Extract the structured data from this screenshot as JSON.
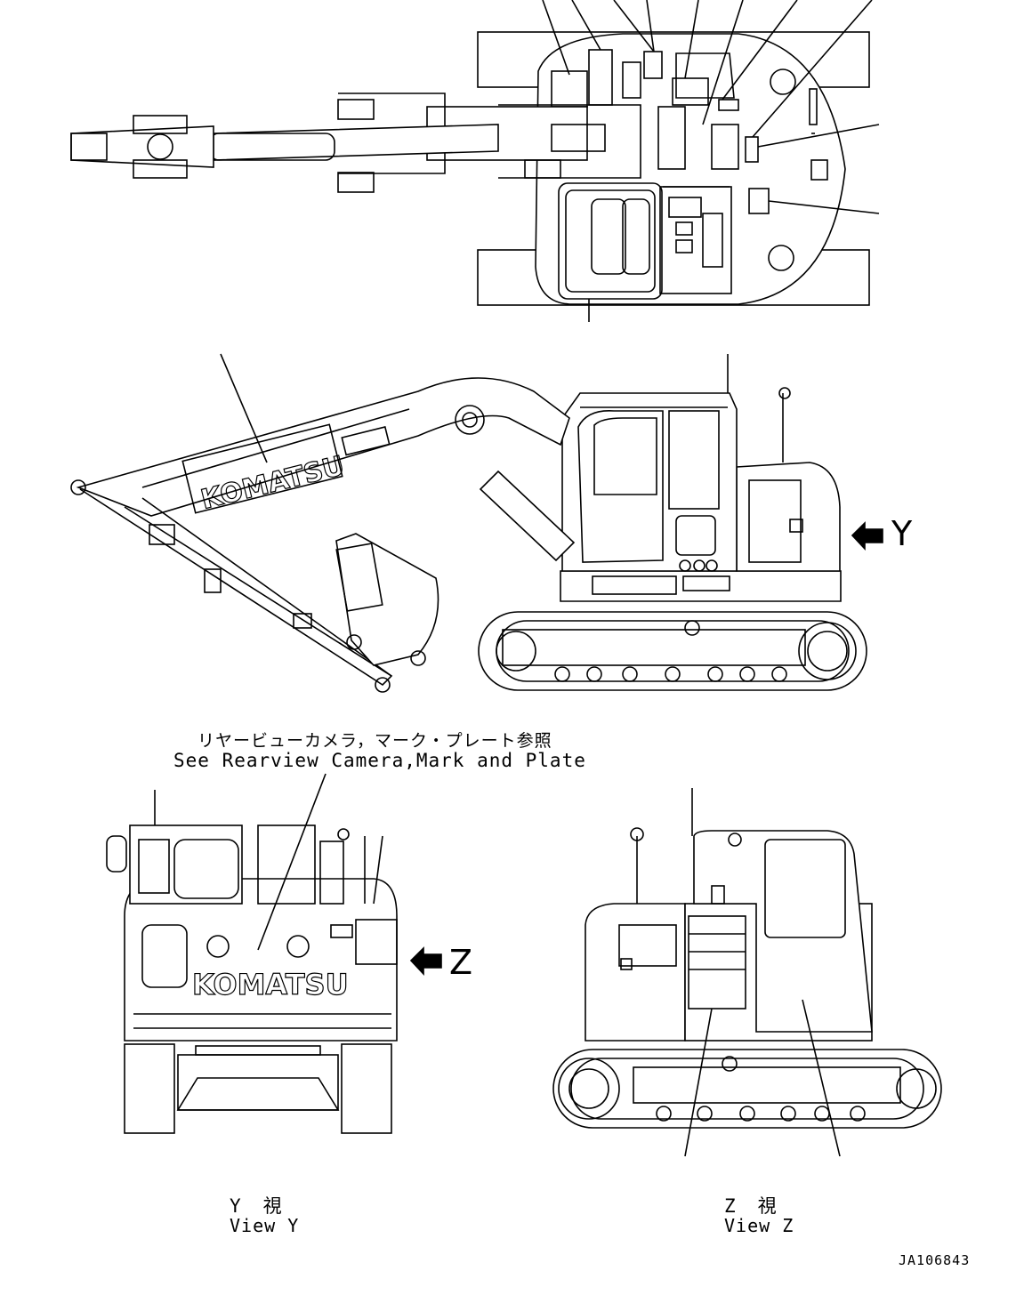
{
  "drawing": {
    "reference_note_jp": "リヤービューカメラ，マーク・プレート参照",
    "reference_note_en": "See Rearview Camera,Mark and Plate",
    "view_y_label": "Y",
    "view_z_label": "Z",
    "view_y_caption_jp": "Y　視",
    "view_y_caption_en": "View Y",
    "view_z_caption_jp": "Z　視",
    "view_z_caption_en": "View Z",
    "drawing_number": "JA106843",
    "brand_logo_text": "KOMATSU",
    "line_color": "#000000",
    "background_color": "#ffffff"
  }
}
